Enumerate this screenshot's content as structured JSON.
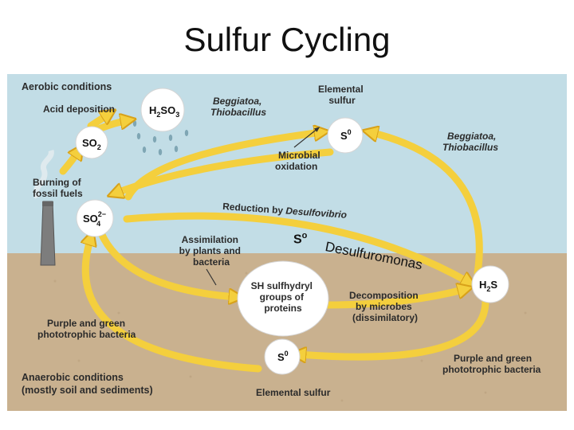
{
  "slide": {
    "title": "Sulfur Cycling"
  },
  "diagram": {
    "aerobic_heading": "Aerobic conditions",
    "anaerobic_heading_line1": "Anaerobic conditions",
    "anaerobic_heading_line2": "(mostly soil and sediments)",
    "acid_deposition": "Acid deposition",
    "h2so3_main": "H",
    "h2so3_sub": "2",
    "h2so3_rest": "SO",
    "h2so3_sub2": "3",
    "so2_main": "SO",
    "so2_sub": "2",
    "burning_line1": "Burning of",
    "burning_line2": "fossil fuels",
    "so4_main": "SO",
    "so4_sup": "2−",
    "so4_sub": "4",
    "beggiatoa_top_line1": "Beggiatoa,",
    "beggiatoa_top_line2": "Thiobacillus",
    "elemental_top_line1": "Elemental",
    "elemental_top_line2": "sulfur",
    "s0_top_main": "S",
    "s0_top_sup": "0",
    "microbial_line1": "Microbial",
    "microbial_line2": "oxidation",
    "beggiatoa_right_line1": "Beggiatoa,",
    "beggiatoa_right_line2": "Thiobacillus",
    "reduction_prefix": "Reduction by ",
    "reduction_organism": "Desulfovibrio",
    "assimilation_line1": "Assimilation",
    "assimilation_line2": "by plants and",
    "assimilation_line3": "bacteria",
    "sh_line1": "SH sulfhydryl",
    "sh_line2": "groups of",
    "sh_line3": "proteins",
    "h2s_main": "H",
    "h2s_sub": "2",
    "h2s_rest": "S",
    "decomp_line1": "Decomposition",
    "decomp_line2": "by microbes",
    "decomp_line3": "(dissimilatory)",
    "purple_left_line1": "Purple and green",
    "purple_left_line2": "phototrophic bacteria",
    "purple_right_line1": "Purple and green",
    "purple_right_line2": "phototrophic bacteria",
    "s0_bottom_main": "S",
    "s0_bottom_sup": "0",
    "elemental_bottom": "Elemental sulfur"
  },
  "annotations": {
    "so_main": "S",
    "so_sup": "o",
    "desulfuromonas": "Desulfuromonas"
  },
  "colors": {
    "sky": "#c2dde6",
    "soil": "#c9b18f",
    "arrow_yellow": "#f4cf3d",
    "arrow_outline": "#d8a21a",
    "circle_fill": "#ffffff"
  }
}
